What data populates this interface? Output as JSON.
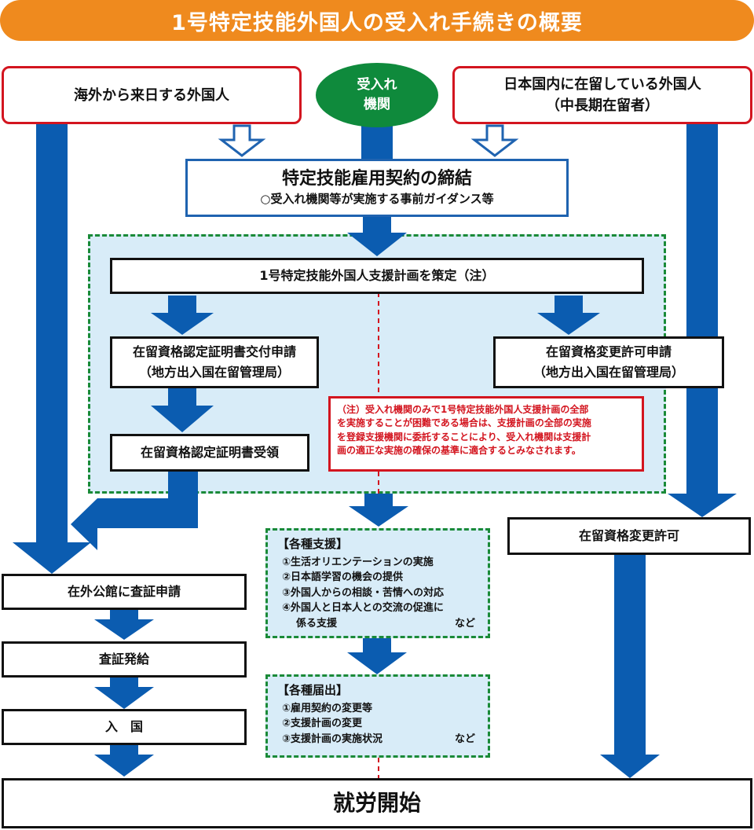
{
  "title": "1号特定技能外国人の受入れ手続きの概要",
  "overseas": "海外から来日する外国人",
  "receiving_org": [
    "受入れ",
    "機関"
  ],
  "domestic": [
    "日本国内に在留している外国人",
    "（中長期在留者）"
  ],
  "contract": {
    "title": "特定技能雇用契約の締結",
    "sub": "○受入れ機関等が実施する事前ガイダンス等"
  },
  "support_plan": "1号特定技能外国人支援計画を策定（注）",
  "coe_apply": [
    "在留資格認定証明書交付申請",
    "（地方出入国在留管理局）"
  ],
  "coe_receive": "在留資格認定証明書受領",
  "change_apply": [
    "在留資格変更許可申請",
    "（地方出入国在留管理局）"
  ],
  "note": [
    "（注）受入れ機関のみで1号特定技能外国人支援計画の全部",
    "を実施することが困難である場合は、支援計画の全部の実施",
    "を登録支援機関に委託することにより、受入れ機関は支援計",
    "画の適正な実施の確保の基準に適合するとみなされます。"
  ],
  "change_permit": "在留資格変更許可",
  "visa_apply": "在外公館に査証申請",
  "visa_issue": "査証発給",
  "entry": "入　国",
  "supports": {
    "heading": "【各種支援】",
    "items": [
      "①生活オリエンテーションの実施",
      "②日本語学習の機会の提供",
      "③外国人からの相談・苦情への対応",
      "④外国人と日本人との交流の促進に"
    ],
    "last_line": "係る支援",
    "etc": "など"
  },
  "notifications": {
    "heading": "【各種届出】",
    "items": [
      "①雇用契約の変更等",
      "②支援計画の変更"
    ],
    "last_line": "③支援計画の実施状況",
    "etc": "など"
  },
  "start_work": "就労開始",
  "colors": {
    "orange": "#ef8a1e",
    "red": "#d3151f",
    "blue": "#0b5cb0",
    "green": "#0f8a3c",
    "light_blue": "#d8ecf8"
  }
}
